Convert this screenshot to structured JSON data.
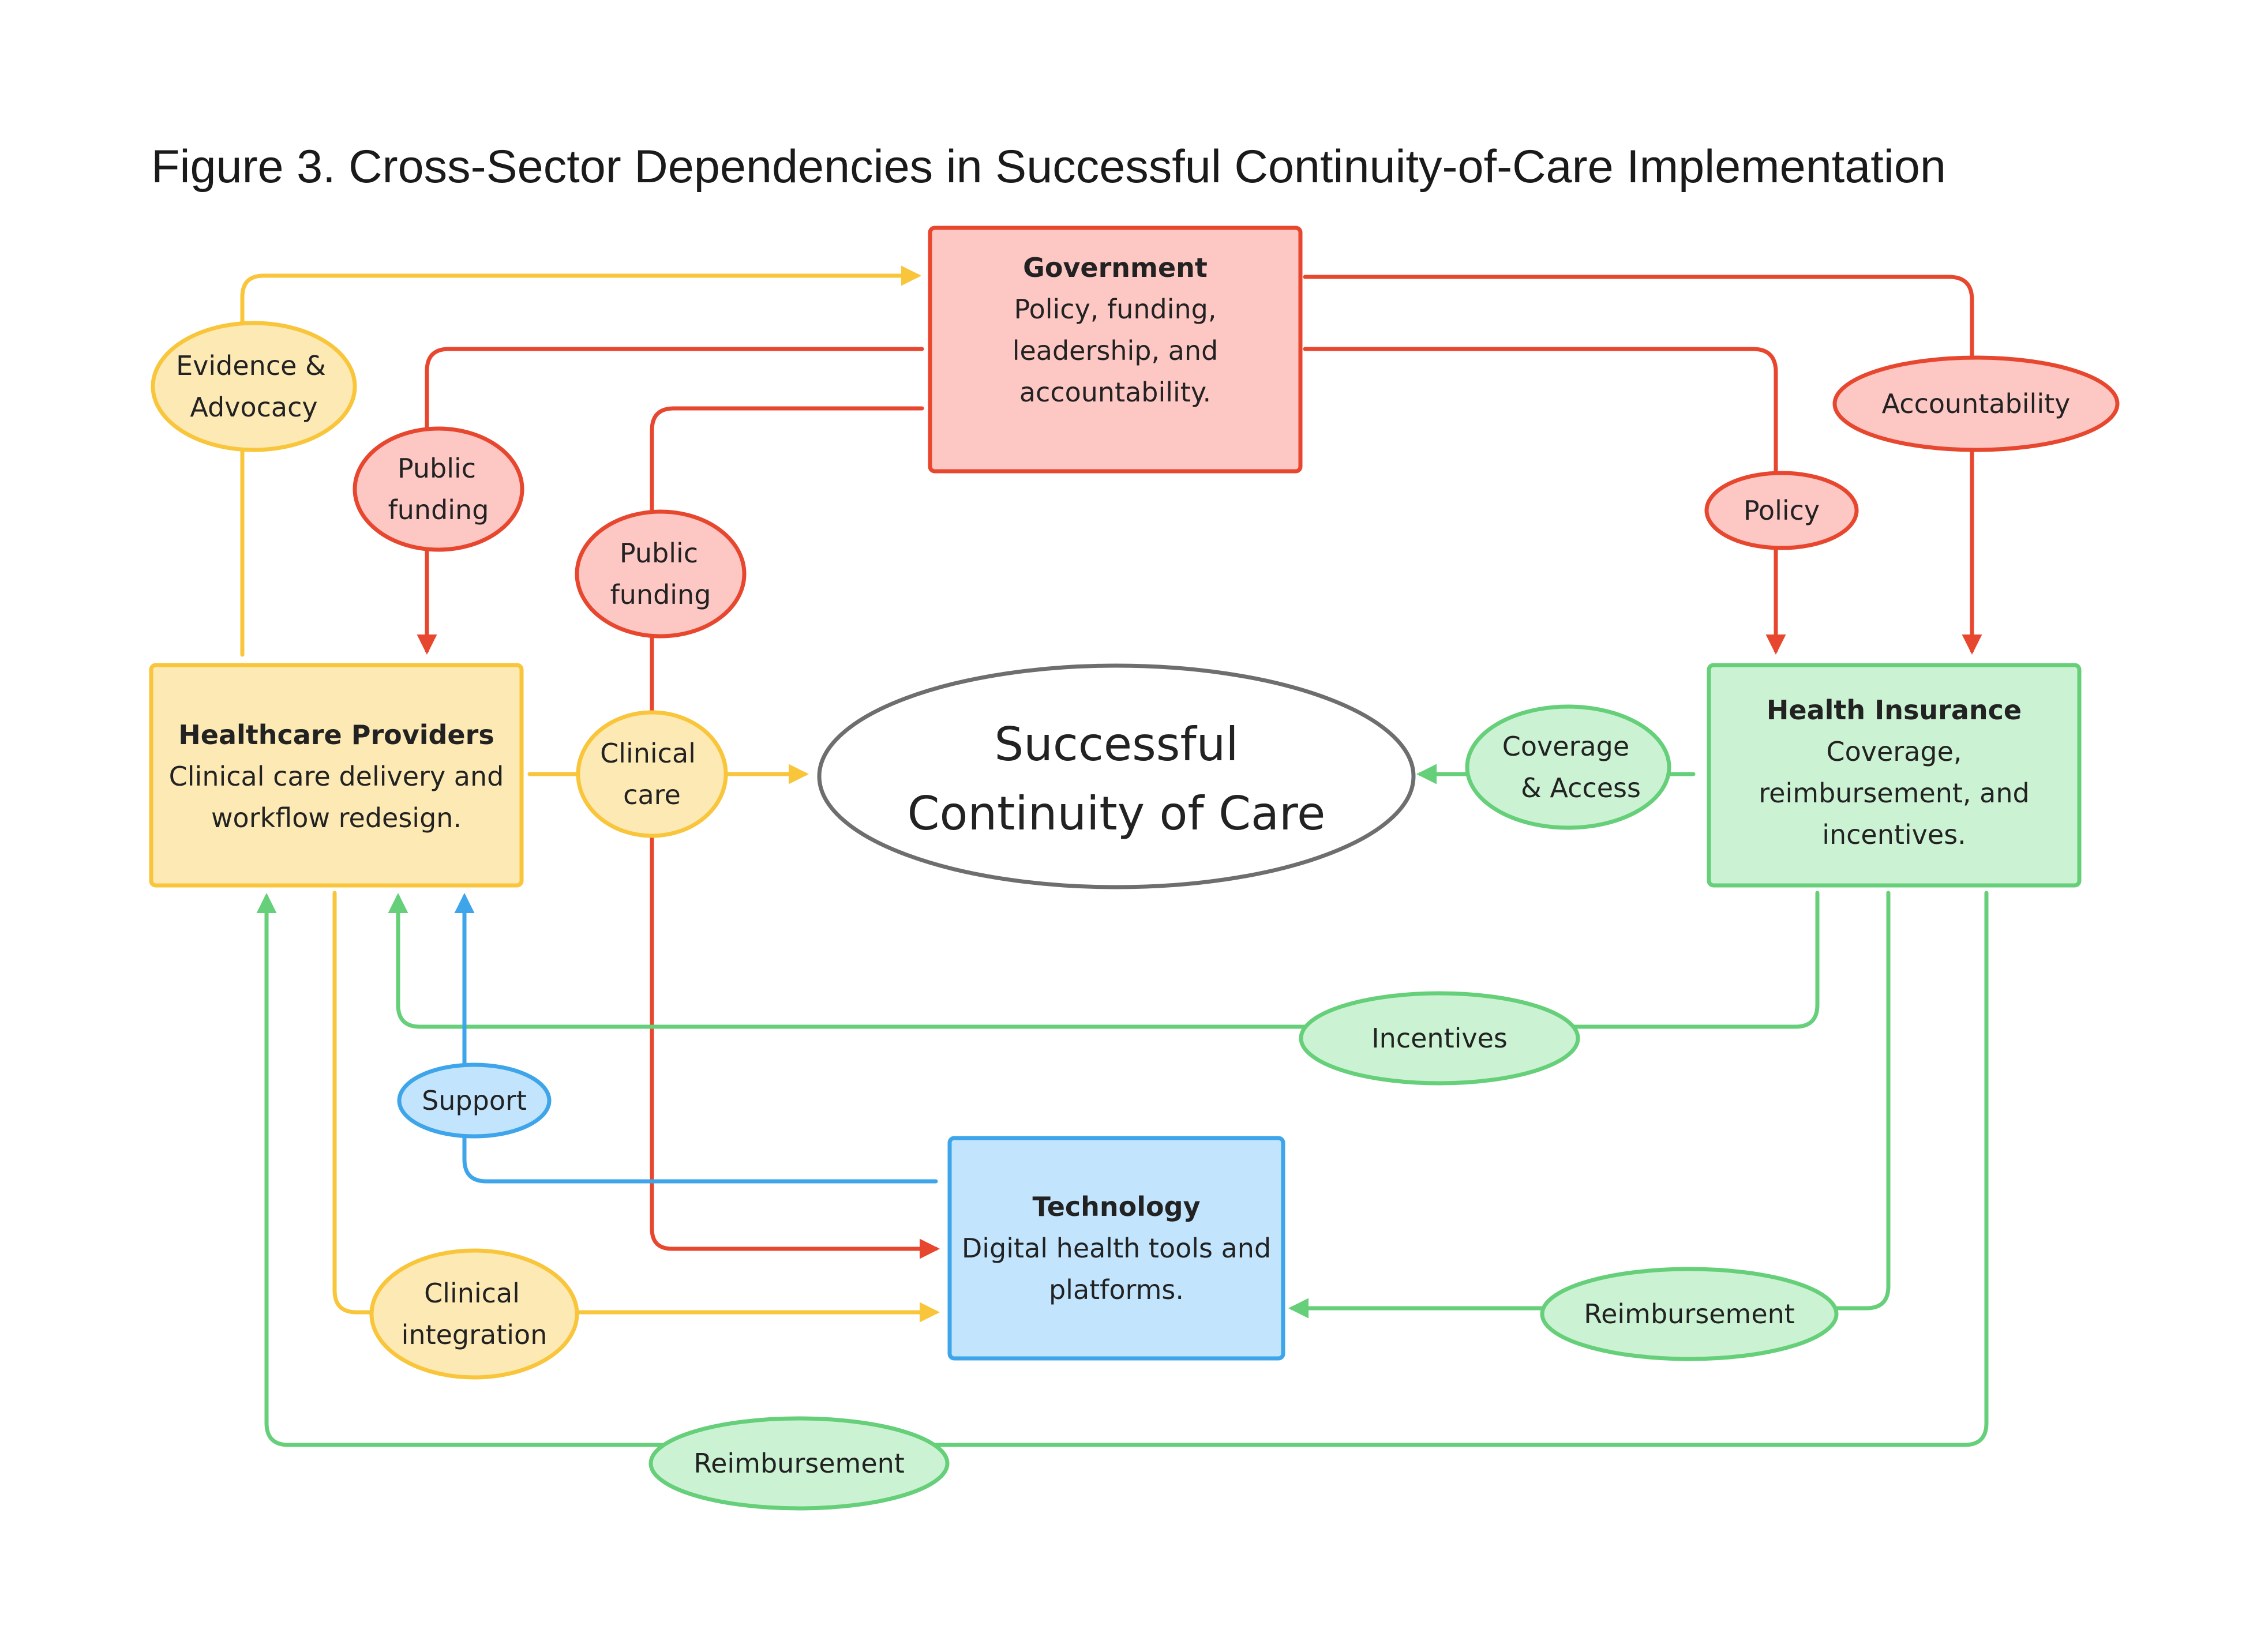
{
  "title": "Figure 3. Cross-Sector Dependencies in Successful Continuity-of-Care Implementation",
  "colors": {
    "red_stroke": "#e8472f",
    "red_fill": "#fdc7c4",
    "yellow_stroke": "#f8c53b",
    "yellow_fill": "#fde9b4",
    "green_stroke": "#66cf79",
    "green_fill": "#cbf2d3",
    "blue_stroke": "#3ea5ea",
    "blue_fill": "#c2e5fd",
    "center_stroke": "#6e6e6e"
  },
  "nodes": {
    "government": {
      "title": "Government",
      "lines": [
        "Policy, funding,",
        "leadership, and",
        "accountability."
      ]
    },
    "providers": {
      "title": "Healthcare Providers",
      "lines": [
        "Clinical care delivery and",
        "workflow redesign."
      ]
    },
    "insurance": {
      "title": "Health Insurance",
      "lines": [
        "Coverage,",
        "reimbursement, and",
        "incentives."
      ]
    },
    "technology": {
      "title": "Technology",
      "lines": [
        "Digital health tools and",
        "platforms."
      ]
    },
    "center": {
      "lines": [
        "Successful",
        "Continuity of Care"
      ]
    }
  },
  "labels": {
    "evidence": [
      "Evidence &",
      "Advocacy"
    ],
    "public_funding_1": [
      "Public",
      "funding"
    ],
    "public_funding_2": [
      "Public",
      "funding"
    ],
    "accountability": [
      "Accountability"
    ],
    "policy": [
      "Policy"
    ],
    "clinical_care": [
      "Clinical",
      "care"
    ],
    "coverage": [
      "Coverage",
      "& Access"
    ],
    "incentives": [
      "Incentives"
    ],
    "support": [
      "Support"
    ],
    "clinical_integration": [
      "Clinical",
      "integration"
    ],
    "reimbursement_1": [
      "Reimbursement"
    ],
    "reimbursement_2": [
      "Reimbursement"
    ]
  }
}
